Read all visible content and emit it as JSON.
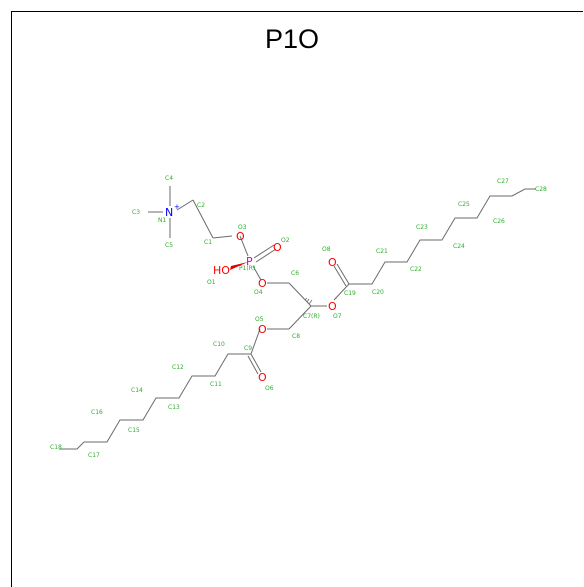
{
  "title": "P1O",
  "colors": {
    "bond": "#6b6b6b",
    "oxygen": "#ff0000",
    "nitrogen": "#0000ff",
    "phosphorus": "#cc00cc",
    "atom_label": "#2eae2e"
  },
  "atoms": [
    {
      "id": "N1",
      "symbol": "N+",
      "color": "nitrogen"
    },
    {
      "id": "P1",
      "symbol": "P",
      "color": "phosphorus"
    },
    {
      "id": "HO",
      "symbol": "HO",
      "color": "oxygen"
    },
    {
      "id": "O2",
      "symbol": "O",
      "color": "oxygen"
    },
    {
      "id": "O3",
      "symbol": "O",
      "color": "oxygen"
    },
    {
      "id": "O4",
      "symbol": "O",
      "color": "oxygen"
    },
    {
      "id": "O5",
      "symbol": "O",
      "color": "oxygen"
    },
    {
      "id": "O6",
      "symbol": "O",
      "color": "oxygen"
    },
    {
      "id": "O7",
      "symbol": "O",
      "color": "oxygen"
    },
    {
      "id": "O8",
      "symbol": "O",
      "color": "oxygen"
    }
  ],
  "labels": [
    "C4",
    "C3",
    "N1",
    "C5",
    "C2",
    "C1",
    "O3",
    "O2",
    "P1(R)",
    "O1",
    "O4",
    "C6",
    "C7(R)",
    "C8",
    "O5",
    "O8",
    "C19",
    "C20",
    "O7",
    "O6",
    "C9",
    "C10",
    "C11",
    "C12",
    "C13",
    "C14",
    "C15",
    "C16",
    "C17",
    "C18",
    "C21",
    "C22",
    "C23",
    "C24",
    "C25",
    "C26",
    "C27",
    "C28"
  ]
}
